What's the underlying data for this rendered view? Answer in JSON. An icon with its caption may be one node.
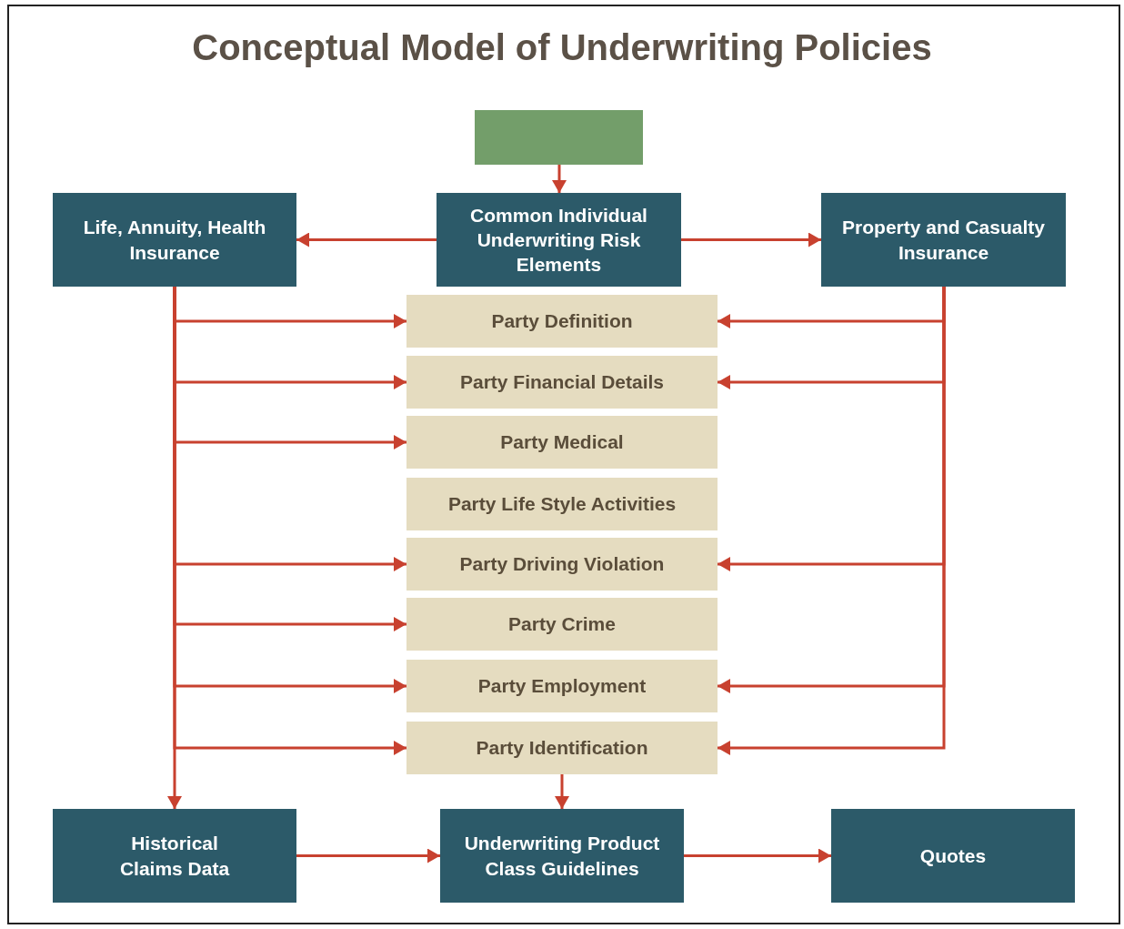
{
  "diagram": {
    "title": "Conceptual Model of Underwriting Policies",
    "nodes": [
      {
        "text": [],
        "shape": "box"
      },
      {
        "text": [
          "Life, Annuity, Health Insurance"
        ]
      },
      {
        "text": [
          "Common Individual Underwriting Risk Elements"
        ]
      },
      {
        "text": [
          "Property and Casualty Insurance"
        ]
      },
      {
        "text": [
          "Party Definition"
        ]
      },
      {
        "text": [
          "Party Financial Details"
        ]
      },
      {
        "text": [
          "Party Medical"
        ]
      },
      {
        "text": [
          "Party Life Style Activities"
        ]
      },
      {
        "text": [
          "Party Driving Violation"
        ]
      },
      {
        "text": [
          "Party Crime"
        ]
      },
      {
        "text": [
          "Party Employment"
        ]
      },
      {
        "text": [
          "Party Identification"
        ]
      },
      {
        "text": [
          "Historical Claims Data"
        ]
      },
      {
        "text": [
          "Underwriting Product Class Guidelines"
        ]
      },
      {
        "text": [
          "Quotes"
        ]
      }
    ],
    "edges": [
      {
        "from": 0,
        "to": 2,
        "arrow": "to"
      },
      {
        "from": 2,
        "to": 1,
        "arrow": "to"
      },
      {
        "from": 2,
        "to": 3,
        "arrow": "to"
      },
      {
        "from": 1,
        "to": 4,
        "arrow": "to"
      },
      {
        "from": 1,
        "to": 5,
        "arrow": "to"
      },
      {
        "from": 1,
        "to": 6,
        "arrow": "to"
      },
      {
        "from": 1,
        "to": 8,
        "arrow": "to"
      },
      {
        "from": 1,
        "to": 9,
        "arrow": "to"
      },
      {
        "from": 1,
        "to": 10,
        "arrow": "to"
      },
      {
        "from": 1,
        "to": 11,
        "arrow": "to"
      },
      {
        "from": 1,
        "to": 12,
        "arrow": "to"
      },
      {
        "from": 3,
        "to": 4,
        "arrow": "to"
      },
      {
        "from": 3,
        "to": 5,
        "arrow": "to"
      },
      {
        "from": 3,
        "to": 8,
        "arrow": "to"
      },
      {
        "from": 3,
        "to": 10,
        "arrow": "to"
      },
      {
        "from": 3,
        "to": 11,
        "arrow": "to"
      },
      {
        "from": 11,
        "to": 13,
        "arrow": "to"
      },
      {
        "from": 12,
        "to": 13,
        "arrow": "to"
      },
      {
        "from": 13,
        "to": 14,
        "arrow": "to"
      }
    ]
  }
}
